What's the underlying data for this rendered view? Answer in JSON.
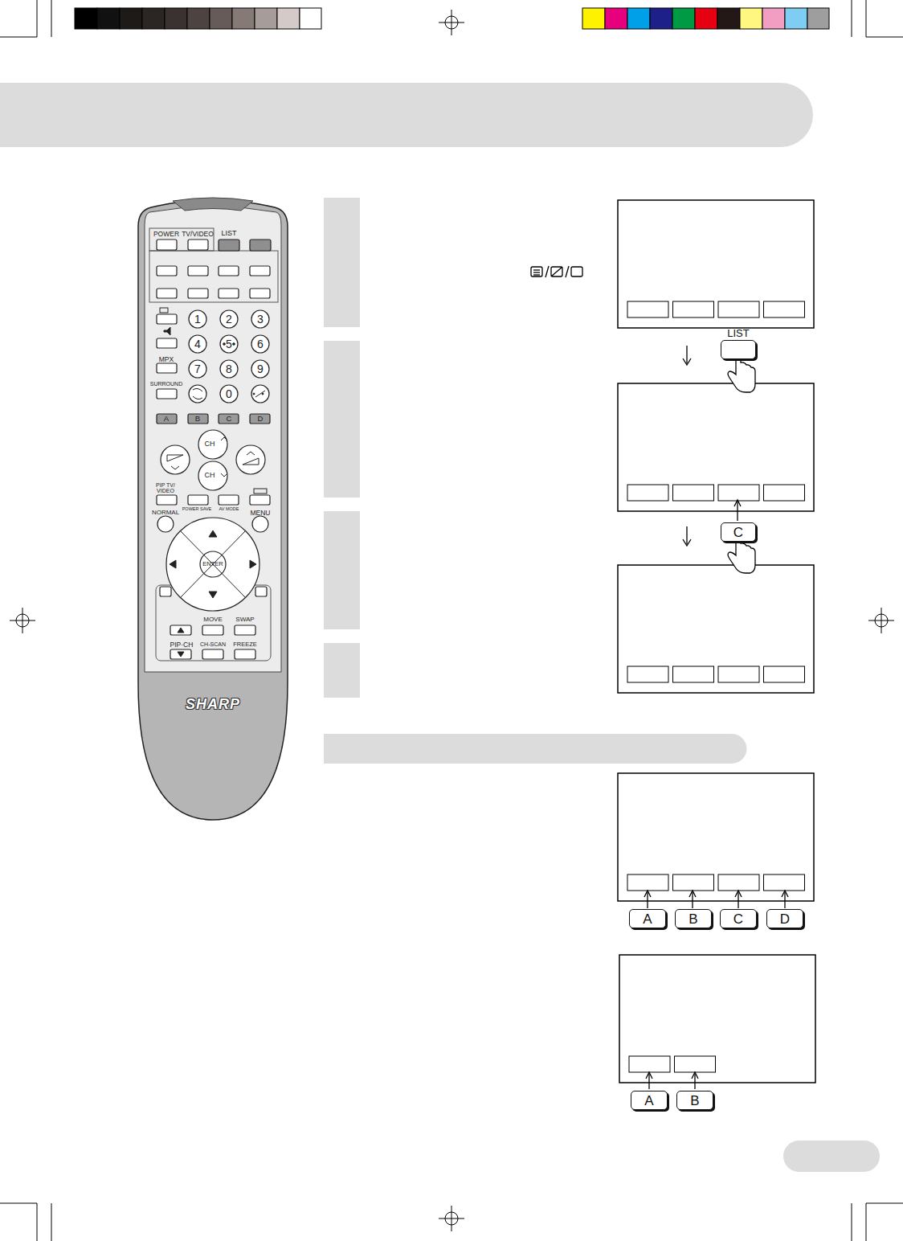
{
  "diagram": {
    "nodes": [
      {
        "text": [
          "LIST"
        ]
      },
      {
        "text": [
          "C"
        ]
      },
      {
        "text": [
          "A"
        ]
      },
      {
        "text": [
          "B"
        ]
      },
      {
        "text": [
          "C"
        ]
      },
      {
        "text": [
          "D"
        ]
      },
      {
        "text": [
          "A"
        ]
      },
      {
        "text": [
          "B"
        ]
      }
    ],
    "labels": [
      "POWER",
      "TV/VIDEO",
      "LIST",
      "1",
      "2",
      "3",
      "4",
      "5",
      "6",
      "MPX",
      "7",
      "8",
      "9",
      "SURROUND",
      "0",
      "A",
      "B",
      "C",
      "D",
      "CH",
      "CH",
      "PIP TV/ VIDEO",
      "POWER SAVE",
      "AV MODE",
      "NORMAL",
      "MENU",
      "ENTER",
      "MOVE",
      "SWAP",
      "PIP·CH",
      "CH-SCAN",
      "FREEZE",
      "SHARP"
    ]
  }
}
